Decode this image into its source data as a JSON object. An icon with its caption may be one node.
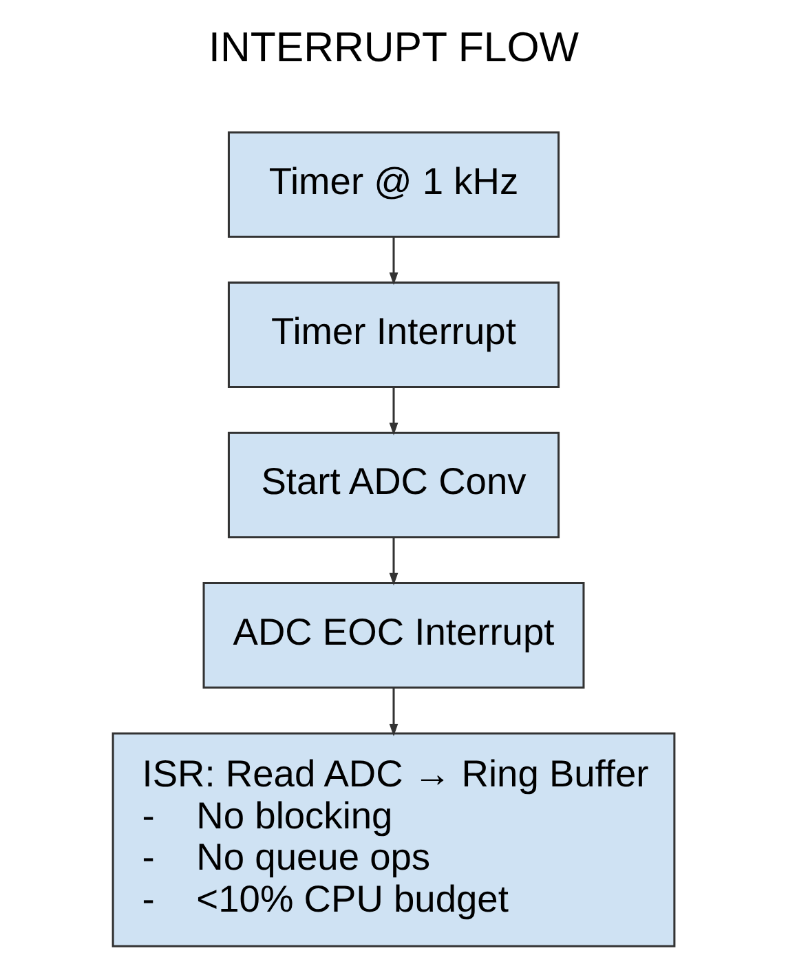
{
  "diagram": {
    "title": "INTERRUPT FLOW",
    "nodes": [
      {
        "text": [
          "Timer @ 1 kHz"
        ]
      },
      {
        "text": [
          "Timer Interrupt"
        ]
      },
      {
        "text": [
          "Start ADC Conv"
        ]
      },
      {
        "text": [
          "ADC EOC Interrupt"
        ]
      },
      {
        "text": [
          "ISR: Read ADC → Ring Buffer",
          "-    No blocking",
          "-    No queue ops",
          "-    <10% CPU budget"
        ]
      }
    ],
    "edges": [
      {
        "from": 0,
        "to": 1,
        "arrow": "to"
      },
      {
        "from": 1,
        "to": 2,
        "arrow": "to"
      },
      {
        "from": 2,
        "to": 3,
        "arrow": "to"
      },
      {
        "from": 3,
        "to": 4,
        "arrow": "to"
      }
    ]
  }
}
